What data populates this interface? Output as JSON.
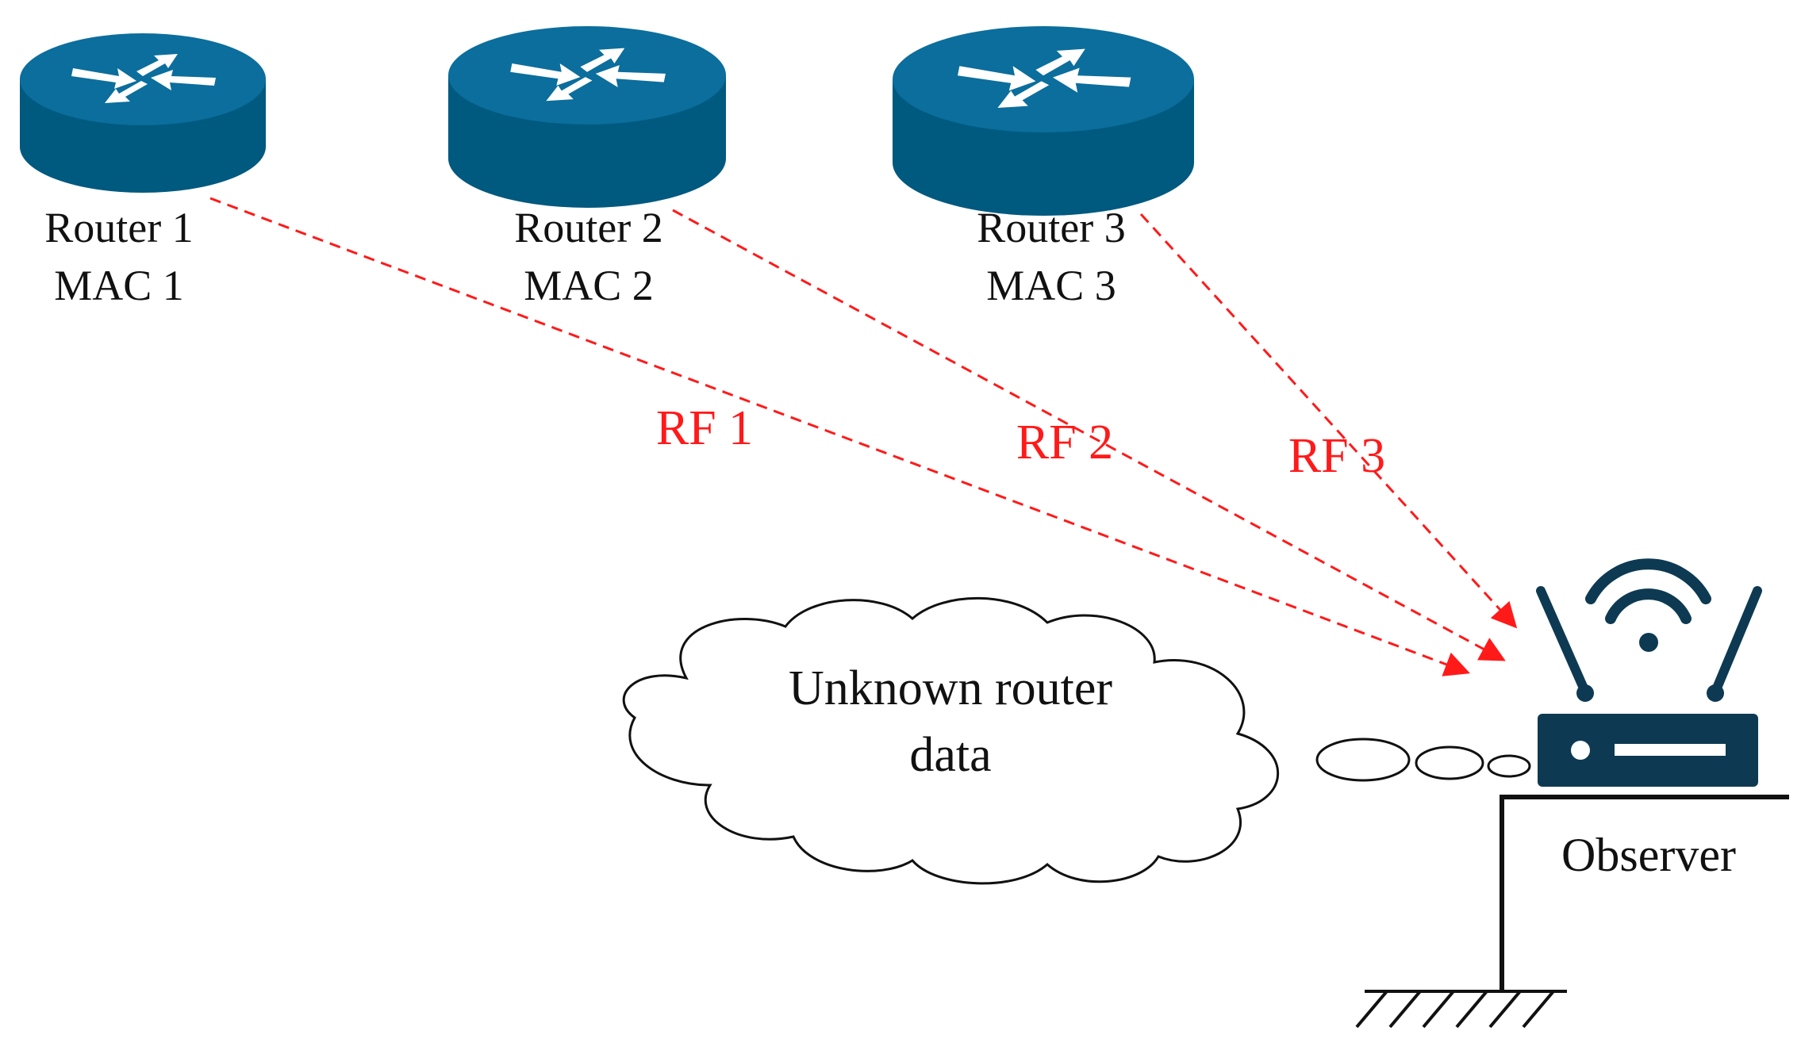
{
  "colors": {
    "router_top": "#0b6e9d",
    "router_side": "#00597f",
    "observer_dark": "#0d3a52",
    "rf_link": "#ff1a1a",
    "text": "#111111"
  },
  "icons": {
    "router": "router-icon",
    "observer": "wifi-router-icon",
    "cloud": "thought-cloud",
    "ground": "ground-hatch"
  },
  "routers": [
    {
      "name": "Router 1",
      "mac": "MAC 1"
    },
    {
      "name": "Router 2",
      "mac": "MAC 2"
    },
    {
      "name": "Router 3",
      "mac": "MAC 3"
    }
  ],
  "links": [
    {
      "label": "RF 1"
    },
    {
      "label": "RF 2"
    },
    {
      "label": "RF 3"
    }
  ],
  "cloud": {
    "line1": "Unknown router",
    "line2": "data"
  },
  "observer": {
    "label": "Observer"
  }
}
